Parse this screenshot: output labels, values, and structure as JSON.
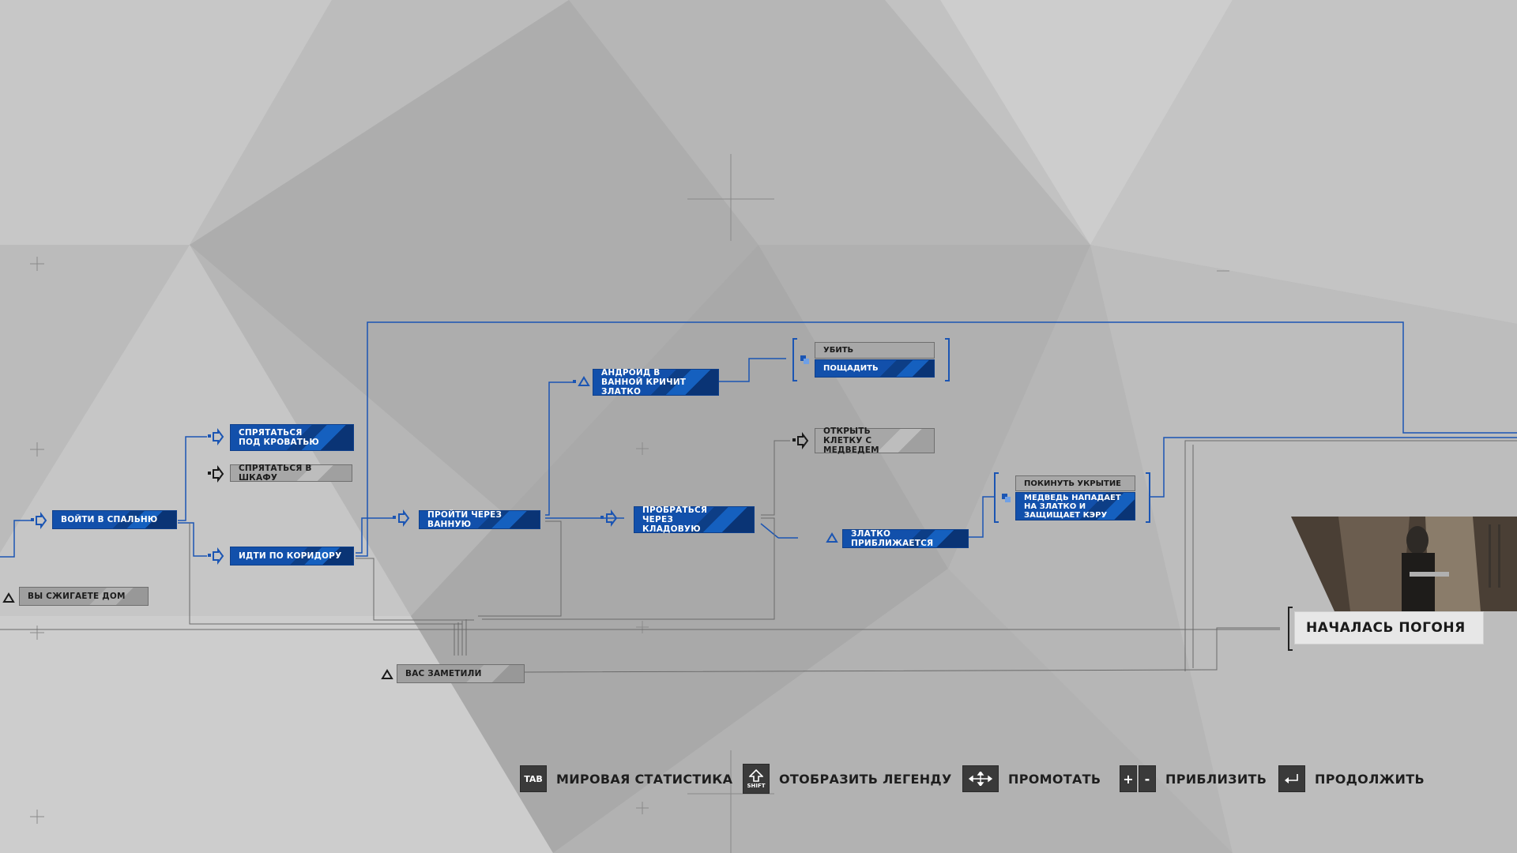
{
  "nodes": {
    "enter_bedroom": "ВОЙТИ В СПАЛЬНЮ",
    "hide_under_bed": "СПРЯТАТЬСЯ ПОД КРОВАТЬЮ",
    "hide_in_wardrobe": "СПРЯТАТЬСЯ В ШКАФУ",
    "go_corridor": "ИДТИ ПО КОРИДОРУ",
    "burn_house": "ВЫ СЖИГАЕТЕ ДОМ",
    "through_bathroom": "ПРОЙТИ ЧЕРЕЗ ВАННУЮ",
    "android_bathroom": "АНДРОИД В ВАННОЙ КРИЧИТ ЗЛАТКО",
    "through_storage": "ПРОБРАТЬСЯ ЧЕРЕЗ КЛАДОВУЮ",
    "open_cage": "ОТКРЫТЬ КЛЕТКУ С МЕДВЕДЕМ",
    "zlatko_approaches": "ЗЛАТКО ПРИБЛИЖАЕТСЯ",
    "spotted": "ВАС ЗАМЕТИЛИ"
  },
  "choices": {
    "kill_spare": [
      "УБИТЬ",
      "ПОЩАДИТЬ"
    ],
    "leave_cover": [
      "ПОКИНУТЬ УКРЫТИЕ",
      "МЕДВЕДЬ НАПАДАЕТ НА ЗЛАТКО И ЗАЩИЩАЕТ КЭРУ"
    ]
  },
  "chase": {
    "label": "НАЧАЛАСЬ ПОГОНЯ"
  },
  "hints": [
    {
      "key": "TAB",
      "label": "МИРОВАЯ СТАТИСТИКА"
    },
    {
      "key": "SHIFT",
      "label": "ОТОБРАЗИТЬ ЛЕГЕНДУ"
    },
    {
      "key": "move",
      "label": "ПРОМОТАТЬ"
    },
    {
      "key": "+ -",
      "label": "ПРИБЛИЗИТЬ"
    },
    {
      "key": "enter",
      "label": "ПРОДОЛЖИТЬ"
    }
  ],
  "colors": {
    "accent_blue": "#1250ab",
    "wire_blue": "#1b55b3",
    "wire_grey": "#6e6e6e",
    "background": "#b4b4b4"
  }
}
